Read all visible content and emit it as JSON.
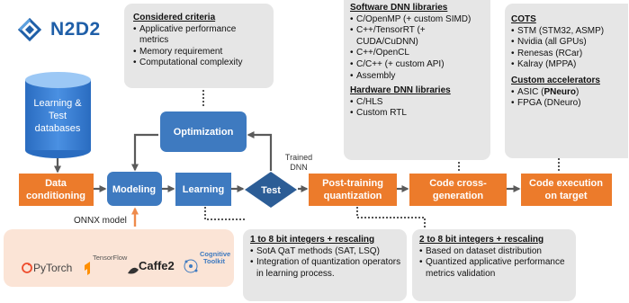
{
  "logo": {
    "text": "N2D2"
  },
  "database": {
    "lines": [
      "Learning &",
      "Test",
      "databases"
    ]
  },
  "nodes": {
    "data_conditioning": [
      "Data",
      "conditioning"
    ],
    "modeling": "Modeling",
    "learning": "Learning",
    "test": "Test",
    "optimization": "Optimization",
    "post_training": [
      "Post-training",
      "quantization"
    ],
    "code_cross": [
      "Code cross-",
      "generation"
    ],
    "code_exec": [
      "Code execution",
      "on target"
    ]
  },
  "labels": {
    "trained_dnn": [
      "Trained",
      "DNN"
    ],
    "onnx": "ONNX model"
  },
  "frameworks": {
    "pytorch": "PyTorch",
    "tensorflow": "TensorFlow",
    "caffe2": "Caffe2",
    "cntk": [
      "Cognitive",
      "Toolkit"
    ]
  },
  "criteria": {
    "title": "Considered criteria",
    "items": [
      "Applicative performance metrics",
      "Memory requirement",
      "Computational complexity"
    ]
  },
  "software_libs": {
    "title": "Software DNN libraries",
    "items": [
      "C/OpenMP (+ custom SIMD)",
      "C++/TensorRT (+ CUDA/CuDNN)",
      "C++/OpenCL",
      "C/C++ (+ custom API)",
      "Assembly"
    ]
  },
  "hardware_libs": {
    "title": "Hardware DNN libraries",
    "items": [
      "C/HLS",
      "Custom RTL"
    ]
  },
  "cots": {
    "title": "COTS",
    "items": [
      "STM (STM32, ASMP)",
      "Nvidia (all GPUs)",
      "Renesas (RCar)",
      "Kalray (MPPA)"
    ]
  },
  "custom_acc": {
    "title": "Custom accelerators",
    "items": [
      {
        "prefix": "ASIC (",
        "bold": "PNeuro",
        "suffix": ")"
      },
      {
        "prefix": "FPGA (DNeuro)",
        "bold": "",
        "suffix": ""
      }
    ]
  },
  "qat": {
    "title": "1 to 8 bit integers + rescaling",
    "items": [
      "SotA QaT methods (SAT, LSQ)",
      "Integration of quantization operators in learning process."
    ]
  },
  "ptq": {
    "title": "2 to 8 bit integers + rescaling",
    "items": [
      "Based on dataset distribution",
      "Quantized applicative performance metrics validation"
    ]
  },
  "colors": {
    "orange": "#ec7b2b",
    "blue": "#3e7ac0",
    "blue_dark": "#2c5d96",
    "logo_blue": "#1f5fa8",
    "callout_bg": "#e6e6e6",
    "arrow": "#5a5a5a",
    "onnx_arrow": "#ee8a4b",
    "fw_bg": "#fbe4d6"
  }
}
